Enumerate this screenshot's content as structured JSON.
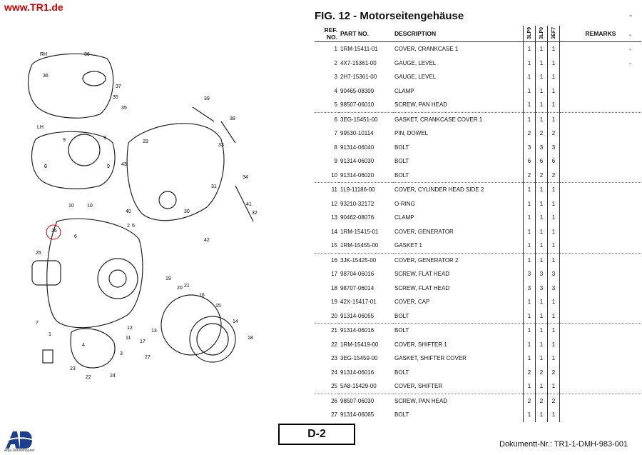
{
  "site": {
    "url": "www.TR1.de"
  },
  "figure": {
    "title": "FIG. 12 - Motorseitengehäuse"
  },
  "table": {
    "headers": {
      "ref": "REF. NO.",
      "part": "PART NO.",
      "desc": "DESCRIPTION",
      "q1": "3LP9",
      "q2": "3LP0",
      "q3": "3EF7",
      "remarks": "REMARKS"
    },
    "rows": [
      {
        "ref": "1",
        "part": "1RM-15411-01",
        "desc": "COVER, CRANKCASE 1",
        "q1": "1",
        "q2": "1",
        "q3": "1"
      },
      {
        "ref": "2",
        "part": "4X7-15361-00",
        "desc": "GAUGE, LEVEL",
        "q1": "1",
        "q2": "1",
        "q3": "1"
      },
      {
        "ref": "3",
        "part": "2H7-15361-00",
        "desc": "GAUGE, LEVEL",
        "q1": "1",
        "q2": "1",
        "q3": "1"
      },
      {
        "ref": "4",
        "part": "90465-08309",
        "desc": "CLAMP",
        "q1": "1",
        "q2": "1",
        "q3": "1"
      },
      {
        "ref": "5",
        "part": "98507-06010",
        "desc": "SCREW, PAN HEAD",
        "q1": "1",
        "q2": "1",
        "q3": "1"
      },
      {
        "ref": "6",
        "part": "3EG-15451-00",
        "desc": "GASKET, CRANKCASE COVER 1",
        "q1": "1",
        "q2": "1",
        "q3": "1"
      },
      {
        "ref": "7",
        "part": "99530-10114",
        "desc": "PIN, DOWEL",
        "q1": "2",
        "q2": "2",
        "q3": "2"
      },
      {
        "ref": "8",
        "part": "91314-06040",
        "desc": "BOLT",
        "q1": "3",
        "q2": "3",
        "q3": "3"
      },
      {
        "ref": "9",
        "part": "91314-06030",
        "desc": "BOLT",
        "q1": "6",
        "q2": "6",
        "q3": "6"
      },
      {
        "ref": "10",
        "part": "91314-06020",
        "desc": "BOLT",
        "q1": "2",
        "q2": "2",
        "q3": "2"
      },
      {
        "ref": "11",
        "part": "1L9-11186-00",
        "desc": "COVER, CYLINDER HEAD SIDE 2",
        "q1": "1",
        "q2": "1",
        "q3": "1"
      },
      {
        "ref": "12",
        "part": "93210-32172",
        "desc": "O-RING",
        "q1": "1",
        "q2": "1",
        "q3": "1"
      },
      {
        "ref": "13",
        "part": "90462-08076",
        "desc": "CLAMP",
        "q1": "1",
        "q2": "1",
        "q3": "1"
      },
      {
        "ref": "14",
        "part": "1RM-15415-01",
        "desc": "COVER, GENERATOR",
        "q1": "1",
        "q2": "1",
        "q3": "1"
      },
      {
        "ref": "15",
        "part": "1RM-15455-00",
        "desc": "GASKET 1",
        "q1": "1",
        "q2": "1",
        "q3": "1"
      },
      {
        "ref": "16",
        "part": "3JK-15425-00",
        "desc": "COVER, GENERATOR 2",
        "q1": "1",
        "q2": "1",
        "q3": "1"
      },
      {
        "ref": "17",
        "part": "98704-06016",
        "desc": "SCREW, FLAT HEAD",
        "q1": "3",
        "q2": "3",
        "q3": "3"
      },
      {
        "ref": "18",
        "part": "98707-06014",
        "desc": "SCREW, FLAT HEAD",
        "q1": "3",
        "q2": "3",
        "q3": "3"
      },
      {
        "ref": "19",
        "part": "42X-15417-01",
        "desc": "COVER, CAP",
        "q1": "1",
        "q2": "1",
        "q3": "1"
      },
      {
        "ref": "20",
        "part": "91314-06055",
        "desc": "BOLT",
        "q1": "1",
        "q2": "1",
        "q3": "1"
      },
      {
        "ref": "21",
        "part": "91314-06016",
        "desc": "BOLT",
        "q1": "1",
        "q2": "1",
        "q3": "1"
      },
      {
        "ref": "22",
        "part": "1RM-15419-00",
        "desc": "COVER, SHIFTER 1",
        "q1": "1",
        "q2": "1",
        "q3": "1"
      },
      {
        "ref": "23",
        "part": "3EG-15459-00",
        "desc": "GASKET, SHIFTER COVER",
        "q1": "1",
        "q2": "1",
        "q3": "1"
      },
      {
        "ref": "24",
        "part": "91314-06016",
        "desc": "BOLT",
        "q1": "2",
        "q2": "2",
        "q3": "2"
      },
      {
        "ref": "25",
        "part": "5A8-15429-00",
        "desc": "COVER, SHIFTER",
        "q1": "1",
        "q2": "1",
        "q3": "1"
      },
      {
        "ref": "26",
        "part": "98507-06030",
        "desc": "SCREW, PAN HEAD",
        "q1": "2",
        "q2": "2",
        "q3": "2"
      },
      {
        "ref": "27",
        "part": "91314-06065",
        "desc": "BOLT",
        "q1": "1",
        "q2": "1",
        "q3": "1"
      }
    ]
  },
  "diagram": {
    "labels": [
      "RH",
      "36",
      "36",
      "37",
      "35",
      "35",
      "LH",
      "9",
      "9",
      "43",
      "10",
      "10",
      "9",
      "8",
      "39",
      "38",
      "33",
      "29",
      "30",
      "31",
      "34",
      "40",
      "5",
      "42",
      "41",
      "32",
      "2",
      "6",
      "26",
      "25",
      "7",
      "1",
      "19",
      "20",
      "21",
      "13",
      "16",
      "15",
      "14",
      "12",
      "11",
      "17",
      "18",
      "3",
      "27",
      "23",
      "22",
      "24",
      "4"
    ],
    "highlight": "26"
  },
  "footer": {
    "page": "D-2",
    "doc_nr": "Dokumentt-Nr.: TR1-1-DMH-983-001",
    "logo_caption": "Anja Denninhauser"
  }
}
